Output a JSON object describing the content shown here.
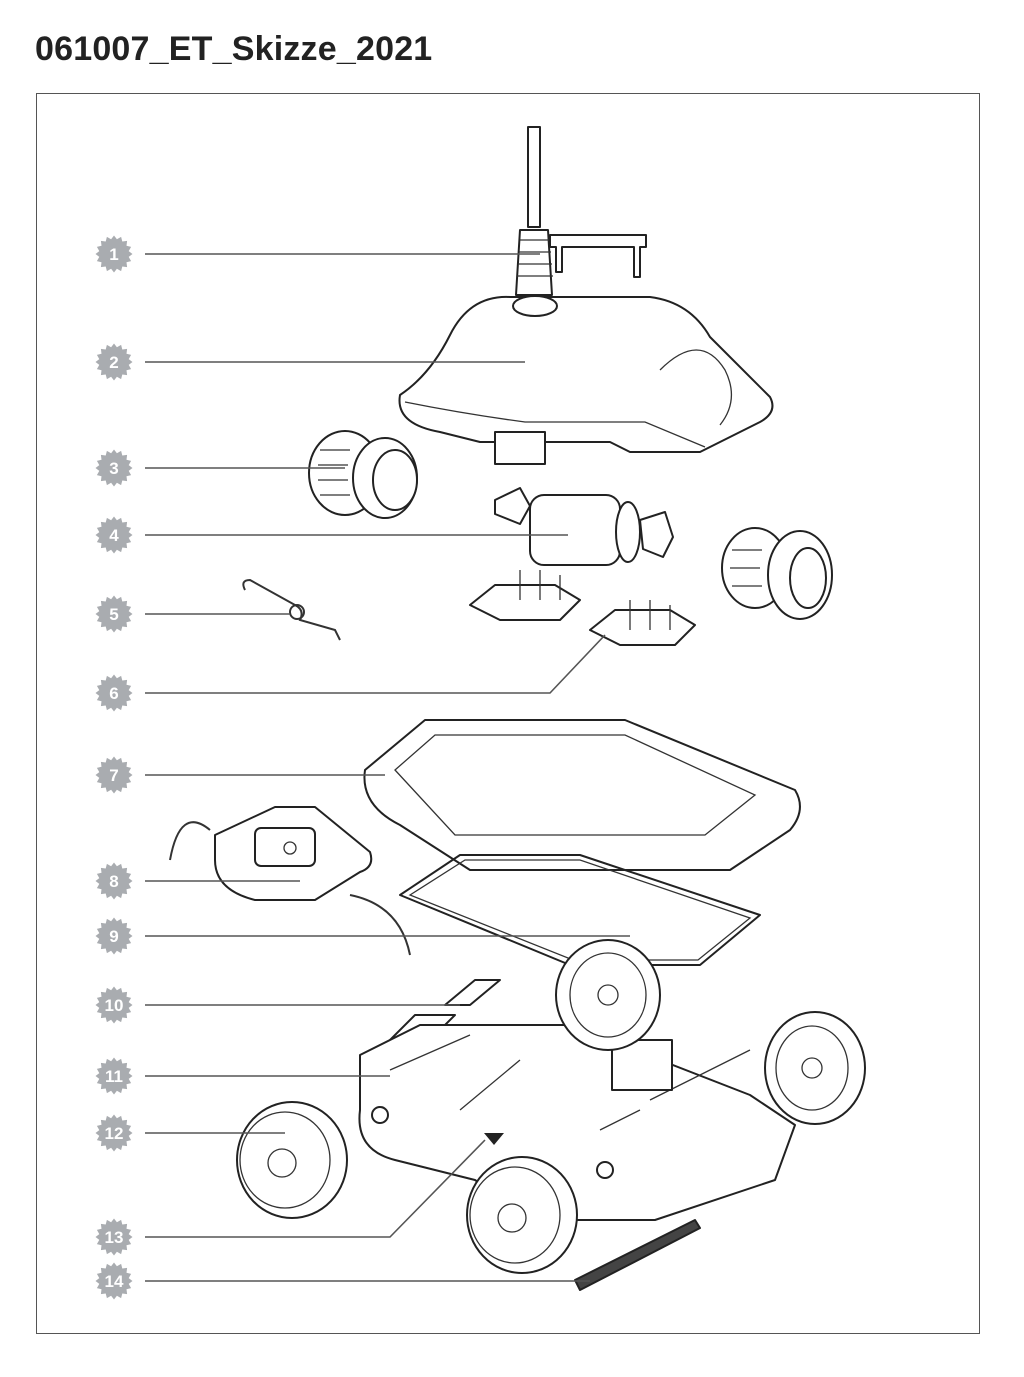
{
  "title": "061007_ET_Skizze_2021",
  "callouts": [
    "1",
    "2",
    "3",
    "4",
    "5",
    "6",
    "7",
    "8",
    "9",
    "10",
    "11",
    "12",
    "13",
    "14"
  ],
  "colors": {
    "badge": "#a9acb0",
    "line": "#555555",
    "ink": "#222222"
  }
}
